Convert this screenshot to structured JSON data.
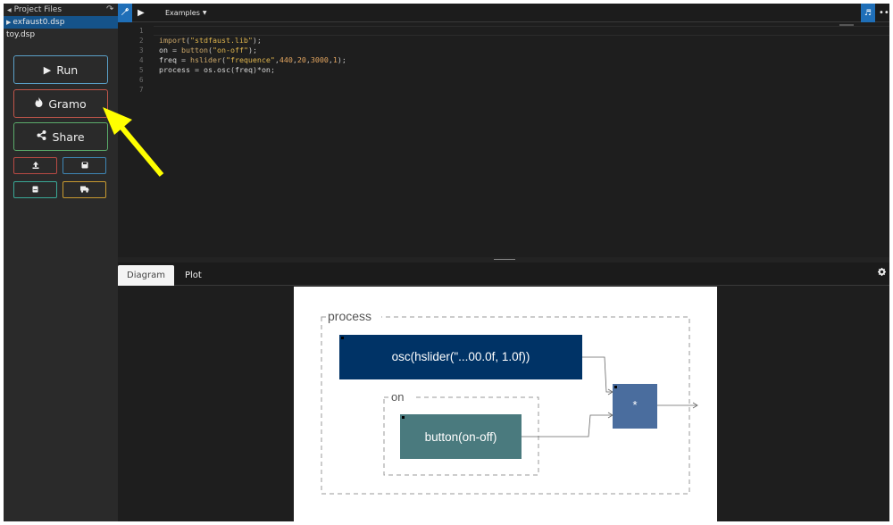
{
  "sidebar": {
    "header": "Project Files",
    "files": [
      "exfaust0.dsp",
      "toy.dsp"
    ],
    "buttons": {
      "run": "Run",
      "gramo": "Gramo",
      "share": "Share"
    }
  },
  "toolbar": {
    "examples_label": "Examples"
  },
  "editor": {
    "line_numbers": [
      "1",
      "2",
      "3",
      "4",
      "5",
      "6",
      "7"
    ]
  },
  "tabs": {
    "diagram": "Diagram",
    "plot": "Plot"
  },
  "diagram": {
    "group_process": "process",
    "group_on": "on",
    "osc_block": "osc(hslider(\"...00.0f, 1.0f))",
    "button_block": "button(on-off)",
    "mult_block": "*"
  },
  "colors": {
    "accent_blue": "#1f6fb8",
    "osc_block": "#003366",
    "button_block": "#4a7a7e",
    "mult_block": "#4a6d9e",
    "annotation_arrow": "#ffff00"
  },
  "icons": {
    "wrench": "wrench-icon",
    "play": "play-icon",
    "fire": "fire-icon",
    "share": "share-icon",
    "upload": "upload-icon",
    "save": "save-icon",
    "save_as": "save-as-icon",
    "export": "truck-icon",
    "volume": "volume-icon",
    "more": "ellipsis-icon",
    "settings": "gear-icon"
  }
}
